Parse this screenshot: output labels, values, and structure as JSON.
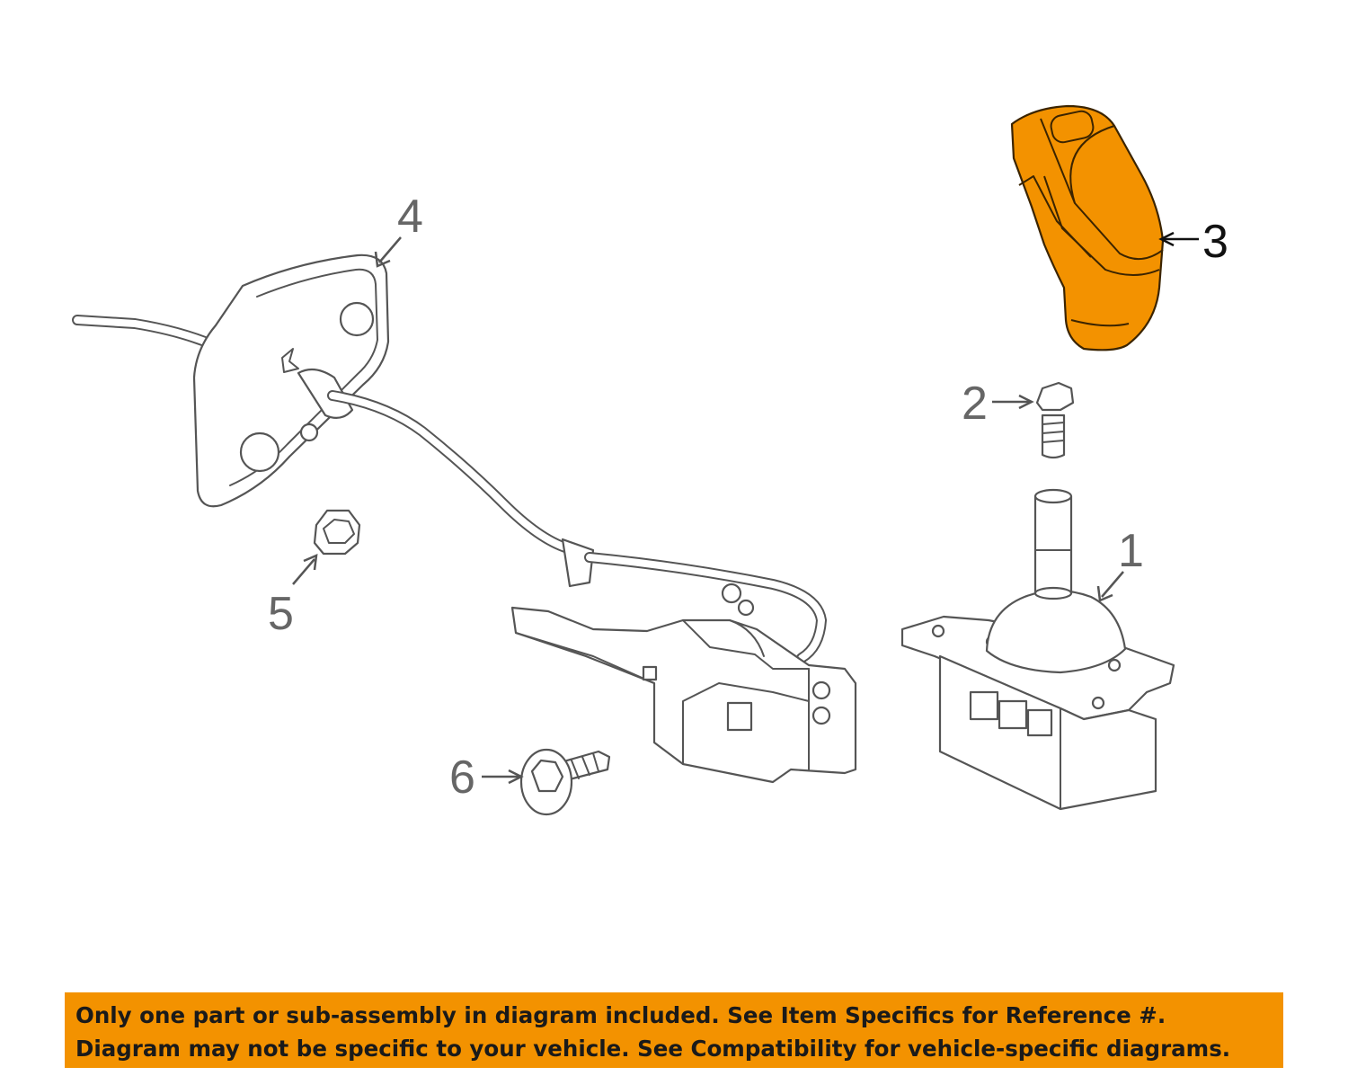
{
  "callouts": {
    "c1": "1",
    "c2": "2",
    "c3": "3",
    "c4": "4",
    "c5": "5",
    "c6": "6"
  },
  "highlight_color": "#f39200",
  "line_color": "#555555",
  "notice": {
    "line1": "Only one part or sub-assembly in diagram included. See Item Specifics for Reference #.",
    "line2": "Diagram may not be specific to your vehicle. See Compatibility for vehicle-specific diagrams."
  }
}
